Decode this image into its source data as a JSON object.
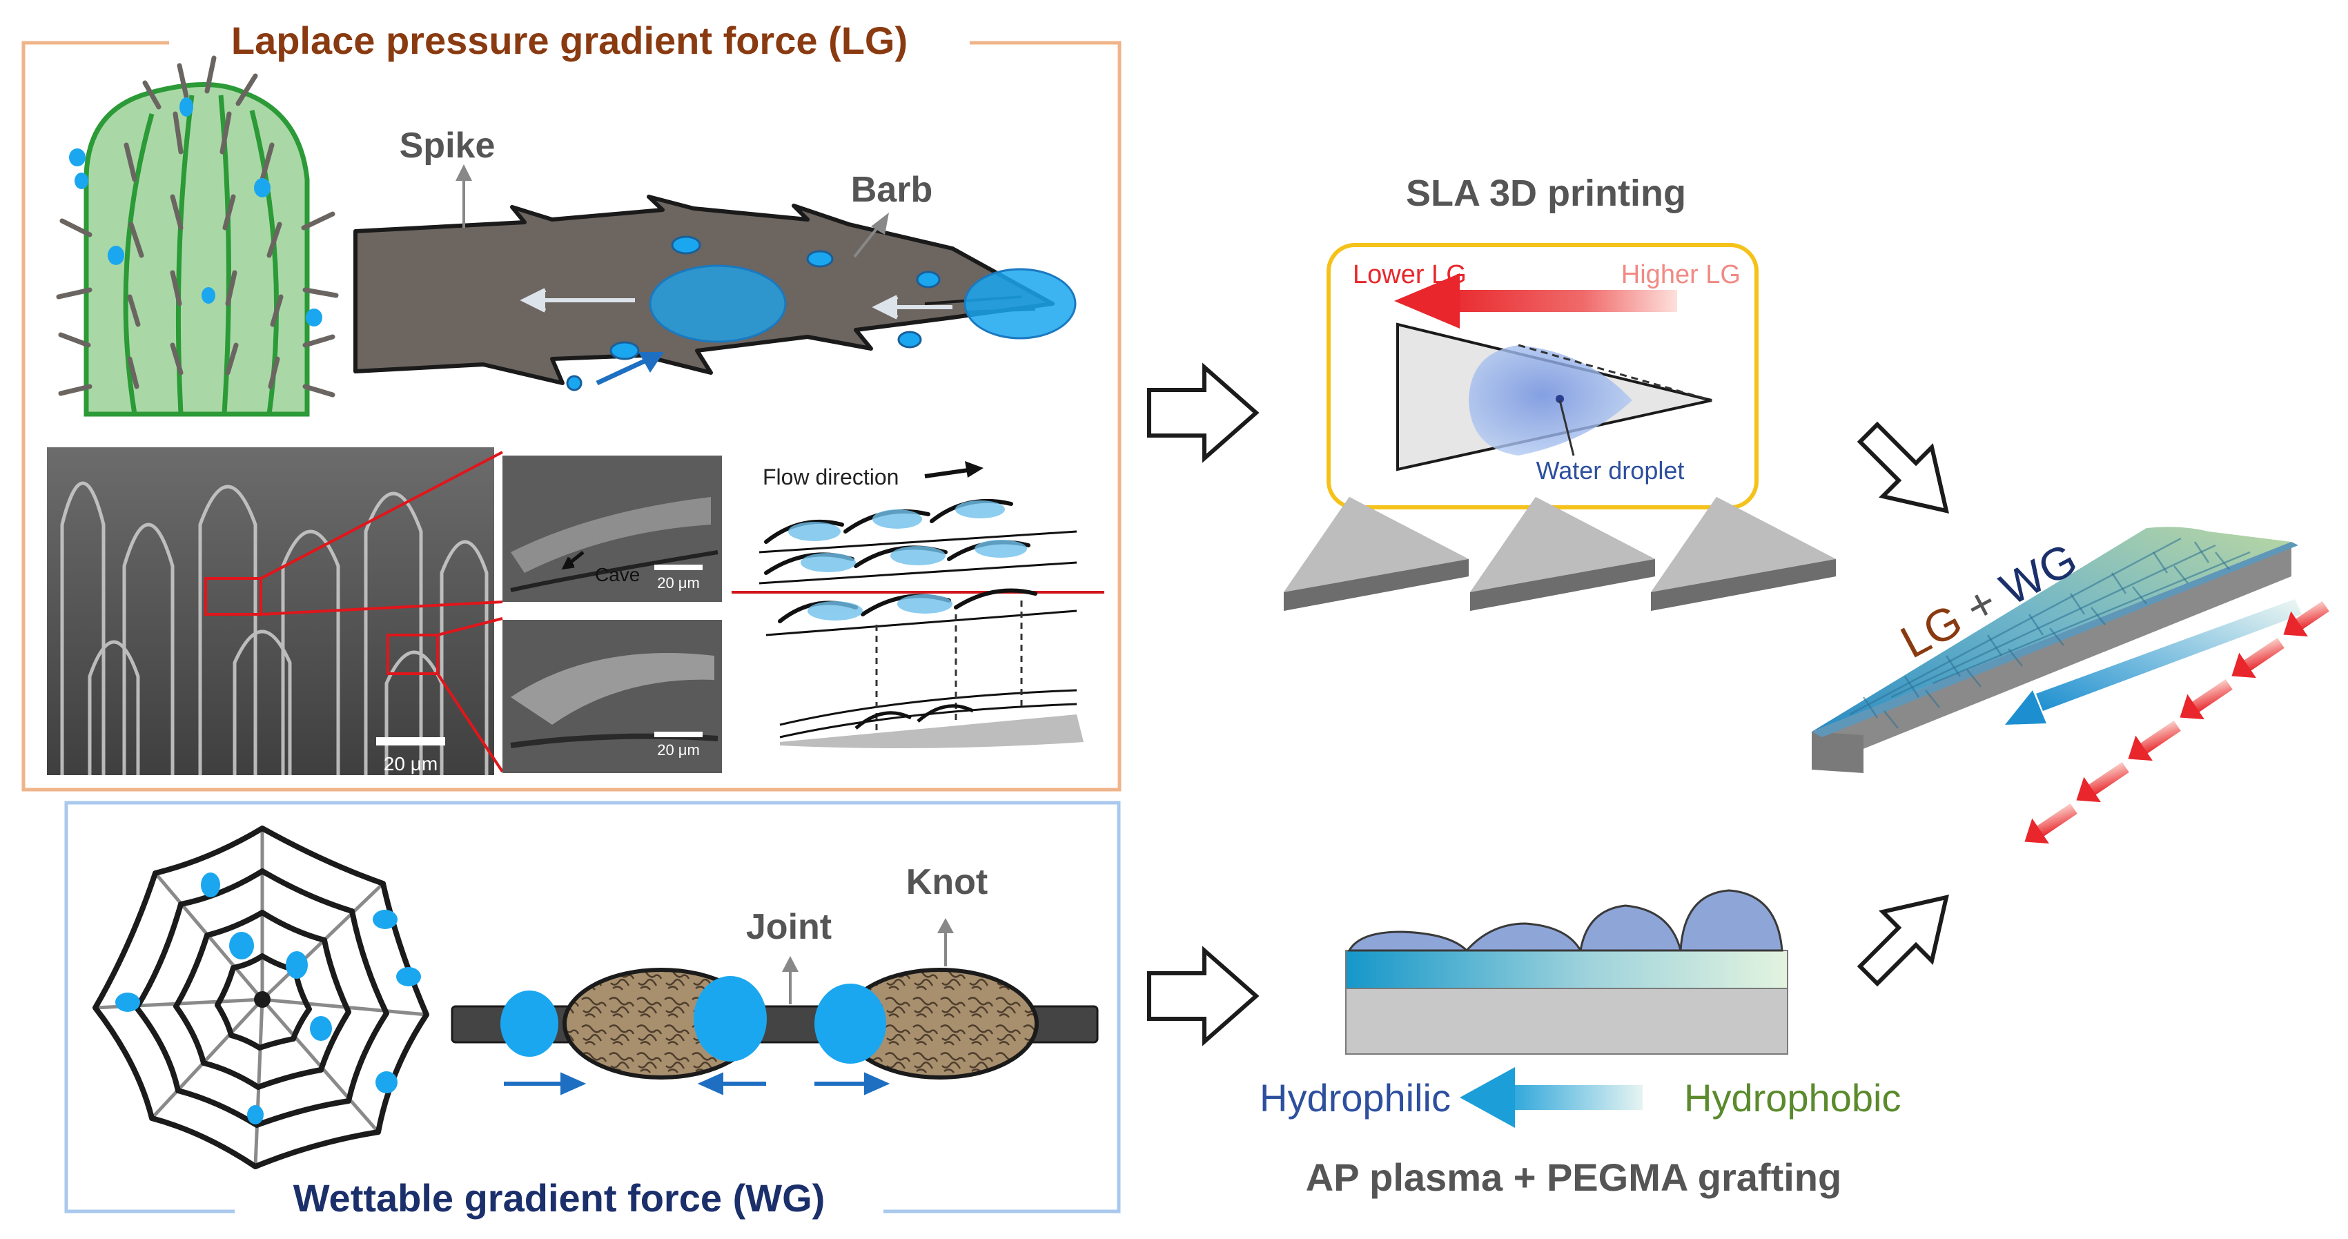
{
  "lg_panel": {
    "title": "Laplace pressure gradient force (LG)",
    "spike_label": "Spike",
    "barb_label": "Barb",
    "sem": {
      "cave_label": "Cave",
      "scale_small_1": "20 μm",
      "scale_small_2": "20 μm",
      "scale_main": "20 μm"
    },
    "flow_label": "Flow direction"
  },
  "wg_panel": {
    "title": "Wettable gradient force (WG)",
    "joint_label": "Joint",
    "knot_label": "Knot"
  },
  "sla": {
    "title": "SLA 3D printing",
    "lower_label": "Lower LG",
    "higher_label": "Higher LG",
    "droplet_label": "Water droplet"
  },
  "plasma": {
    "hydrophilic_label": "Hydrophilic",
    "hydrophobic_label": "Hydrophobic",
    "caption": "AP plasma + PEGMA grafting"
  },
  "result": {
    "lg_part": "LG",
    "plus": " + ",
    "wg_part": "WG"
  },
  "colors": {
    "lg_title": "#8a3a10",
    "wg_title": "#1b2f6b",
    "lg_frame": "#f0b48a",
    "wg_frame": "#a9c8ec",
    "water": "#1aa7f0",
    "cactus_fill": "#a9d8a6",
    "cactus_line": "#2b9a37",
    "spine": "#5e544d",
    "sla_frame": "#f5c21a",
    "lower_red": "#e8262b",
    "higher_pink": "#f08a85",
    "hydrophilic": "#2d4f9e",
    "hydrophobic": "#5a8a2c",
    "label_gray": "#555555"
  }
}
